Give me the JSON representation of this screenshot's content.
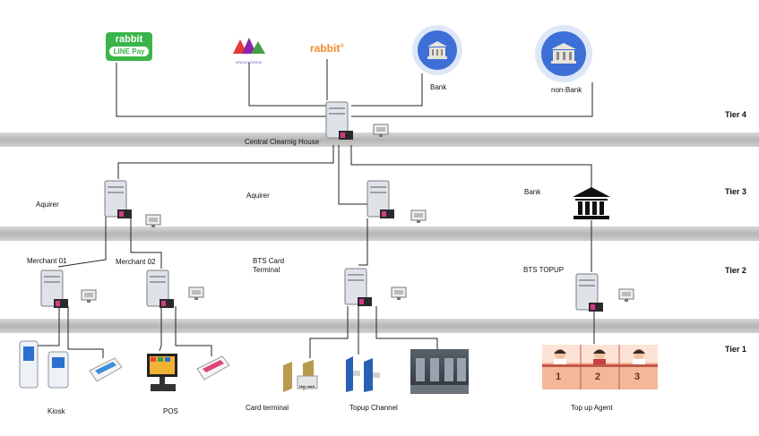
{
  "participants": {
    "rabbit_line_pay": {
      "line1": "rabbit",
      "line2": "LINE Pay"
    },
    "wallet2": {
      "text": "WWWWWWW"
    },
    "rabbit": {
      "text": "rabbit"
    },
    "bank_top": "Bank",
    "non_bank": "non-Bank"
  },
  "nodes": {
    "clearing_house": "Central Clearnig House",
    "acquirer_left": "Aquirer",
    "acquirer_mid": "Aquirer",
    "bank_mid": "Bank",
    "merchant01": "Merchant 01",
    "merchant02": "Merchant 02",
    "bts_card_terminal": "BTS Card\nTerminal",
    "bts_topup": "BTS TOPUP"
  },
  "tiers": [
    "Tier 4",
    "Tier 3",
    "Tier 2",
    "Tier 1"
  ],
  "endpoints": {
    "kiosk": "Kiosk",
    "pos": "POS",
    "card_terminal": "Card terminal",
    "topup_channel": "Topup Channel",
    "topup_agent": "Top up Agent",
    "use_card": "Use card",
    "agent_numbers": [
      "1",
      "2",
      "3"
    ]
  },
  "colors": {
    "band": "#c4c4c4",
    "bank_badge": "#3d6fd6",
    "line_pay_green": "#3bb54a",
    "rabbit_orange": "#f28c28",
    "agent_bg": "#f3b89a"
  }
}
